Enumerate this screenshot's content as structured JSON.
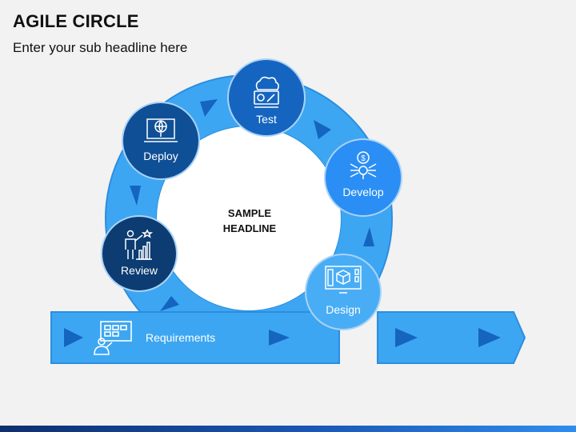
{
  "header": {
    "title": "AGILE CIRCLE",
    "subtitle": "Enter your sub headline here"
  },
  "center": {
    "line1": "SAMPLE",
    "line2": "HEADLINE"
  },
  "stages": {
    "test": {
      "label": "Test",
      "icon": "cloud-tools-icon"
    },
    "develop": {
      "label": "Develop",
      "icon": "dollar-gear-network-icon"
    },
    "design": {
      "label": "Design",
      "icon": "monitor-3d-design-icon"
    },
    "deploy": {
      "label": "Deploy",
      "icon": "laptop-globe-icon"
    },
    "review": {
      "label": "Review",
      "icon": "presenter-chart-icon"
    },
    "requirements": {
      "label": "Requirements",
      "icon": "presenter-board-icon"
    }
  },
  "colors": {
    "ring": "#3da6f2",
    "ring_stroke": "#2b8ee0",
    "arrow": "#1565c0",
    "test": "#1565c0",
    "develop": "#2a8ef5",
    "design": "#49adf5",
    "deploy": "#0f4f96",
    "review": "#0c3c72"
  }
}
